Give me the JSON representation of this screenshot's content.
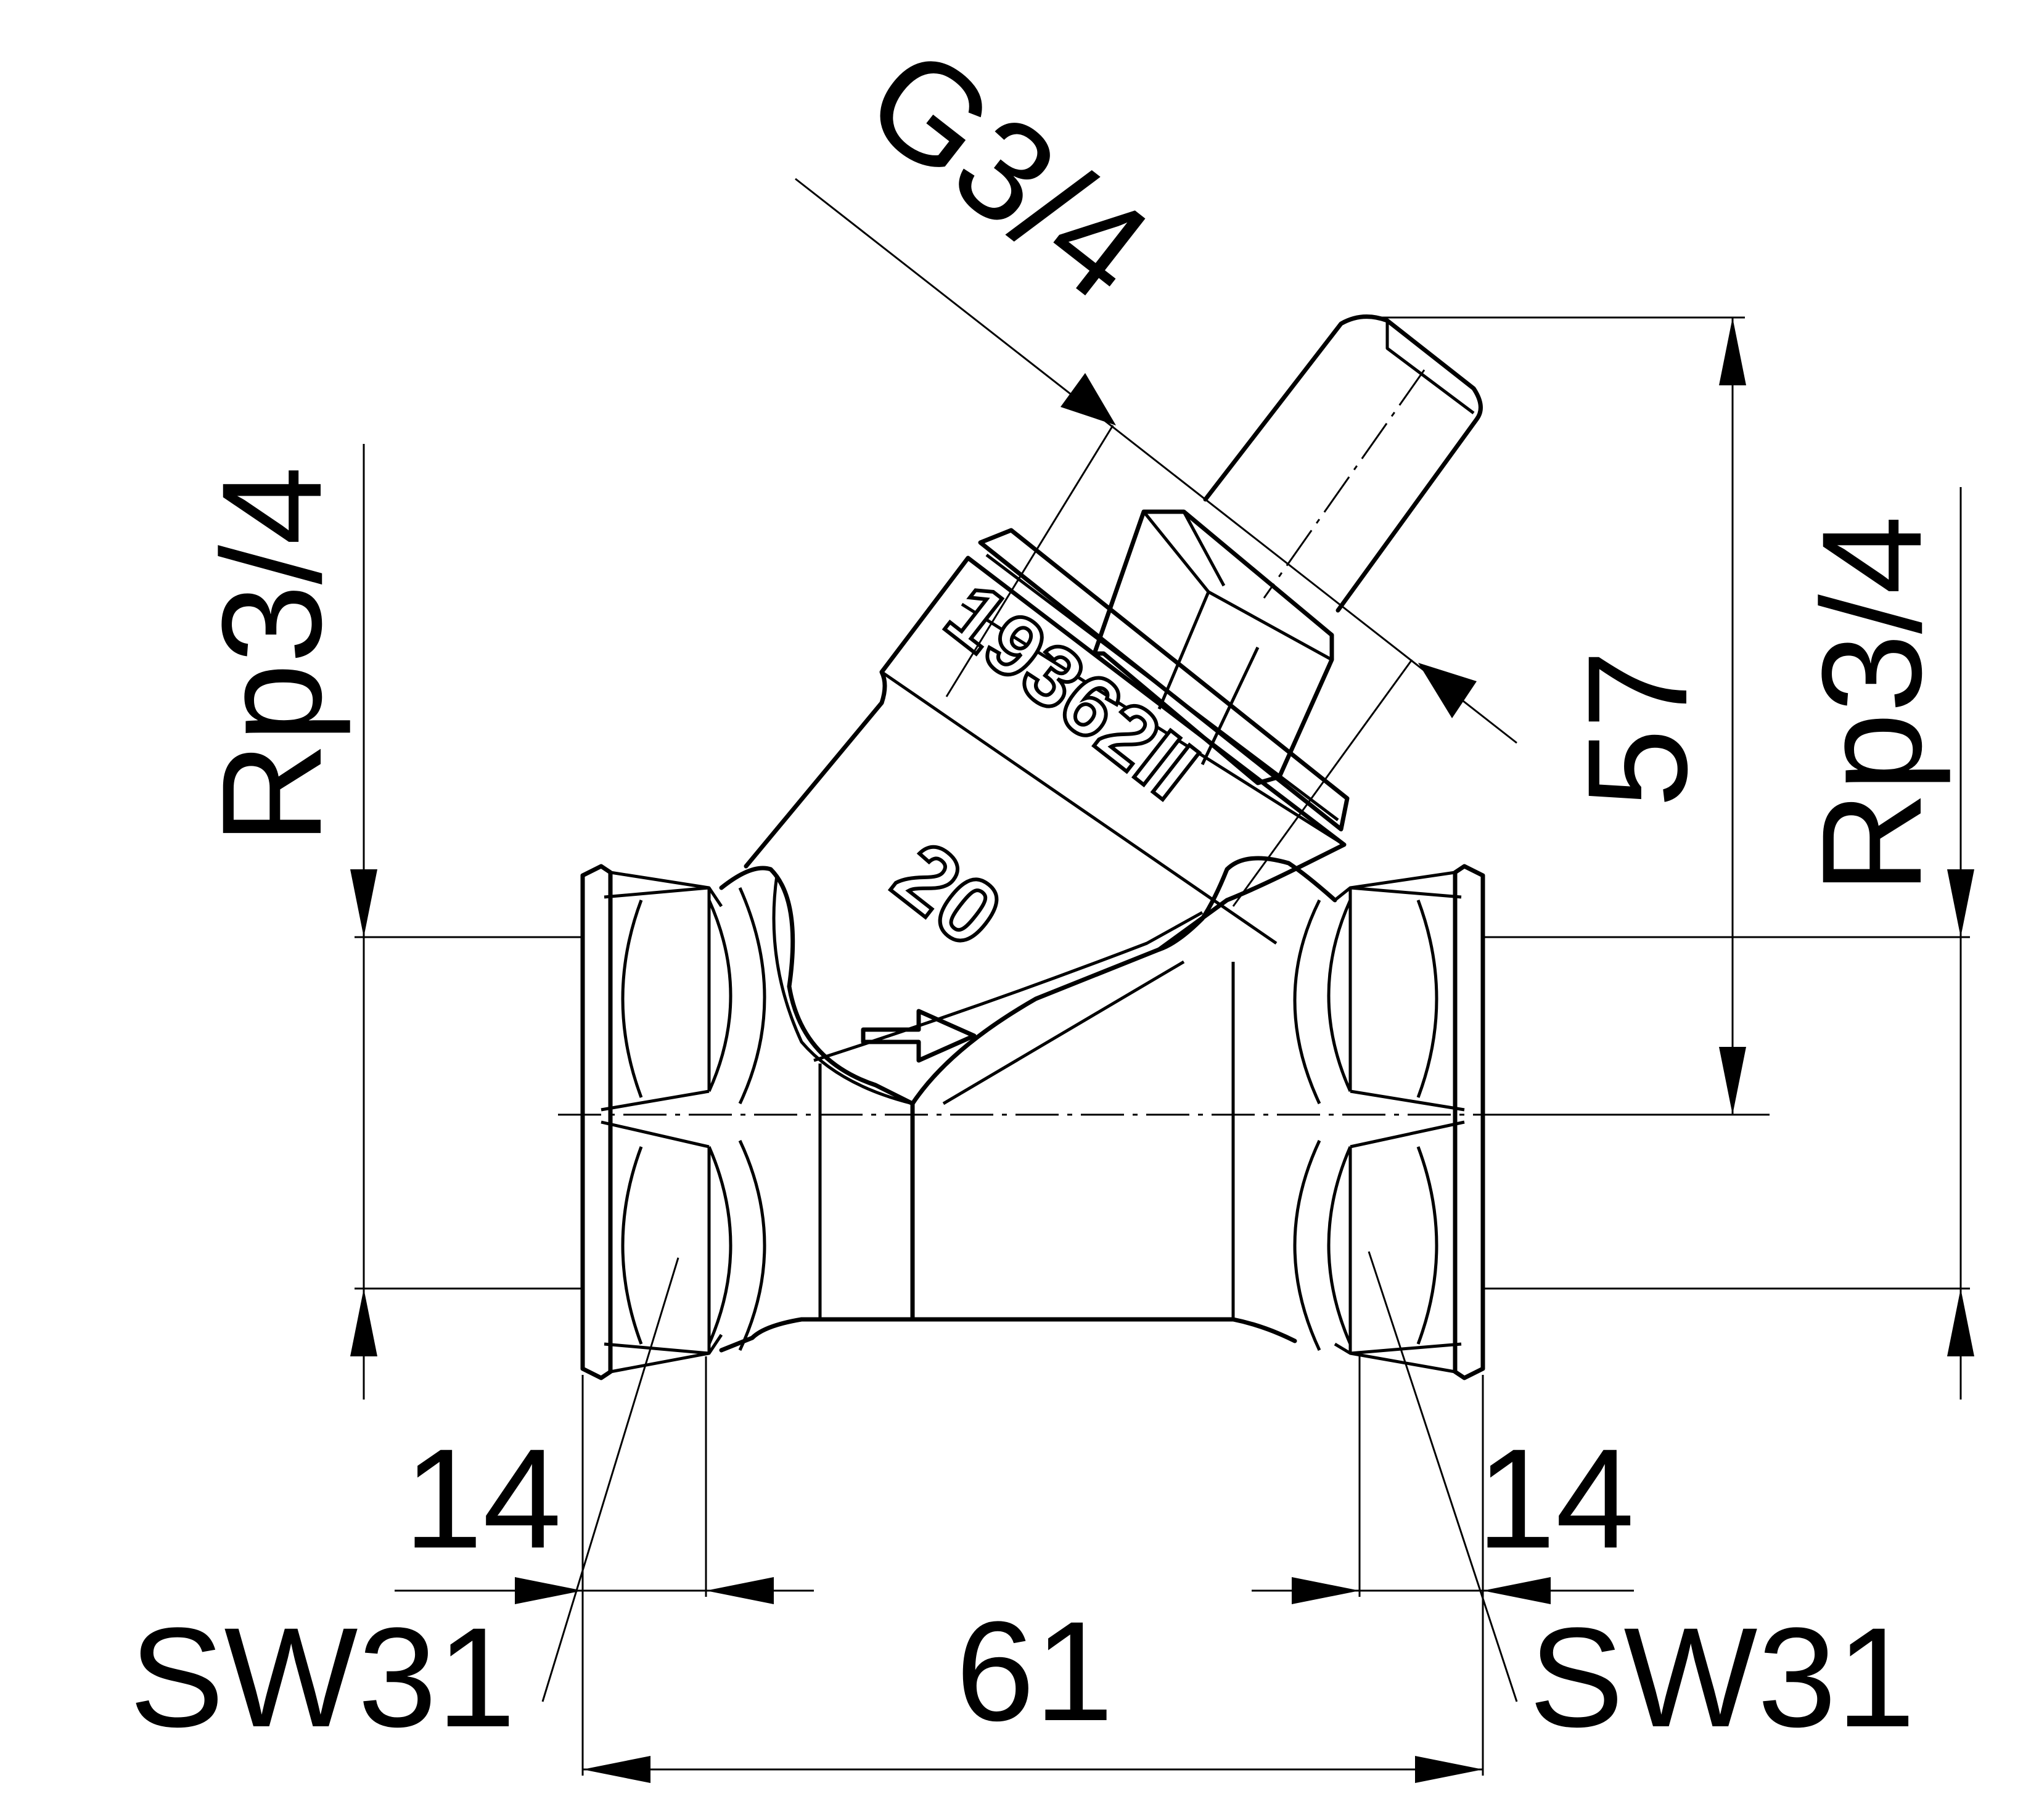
{
  "drawing": {
    "labels": {
      "thread_top": "G3/4",
      "thread_left": "Rp3/4",
      "thread_right": "Rp3/4",
      "height": "57",
      "socket_left": "14",
      "socket_right": "14",
      "length": "61",
      "wrench_left": "SW31",
      "wrench_right": "SW31"
    },
    "markings": {
      "part_number": "19362II",
      "nominal_size": "20"
    }
  }
}
